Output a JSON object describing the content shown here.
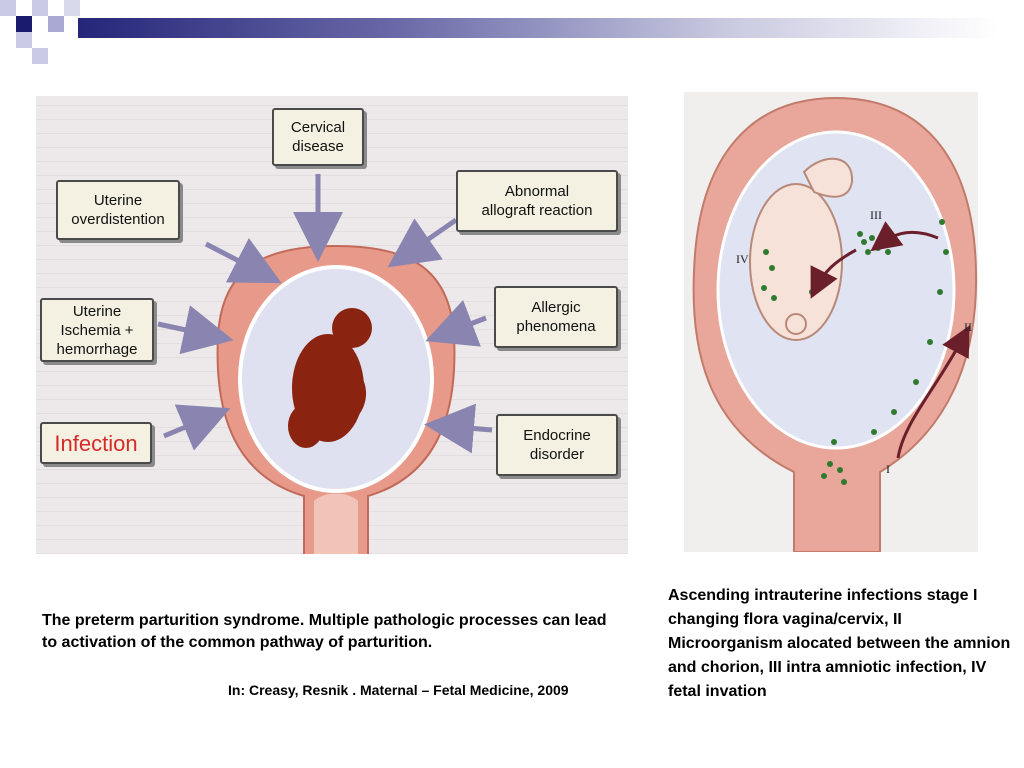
{
  "left_diagram": {
    "causes": {
      "cervical": "Cervical\ndisease",
      "overdistention": "Uterine\noverdistention",
      "allograft": "Abnormal\nallograft reaction",
      "ischemia": "Uterine\nIschemia +\nhemorrhage",
      "allergic": "Allergic\nphenomena",
      "infection": "Infection",
      "endocrine": "Endocrine\ndisorder"
    },
    "colors": {
      "uterus_wall": "#e89a8a",
      "amniotic_fluid": "#dfe0f0",
      "fetus": "#8a2410",
      "arrow": "#8a85b0",
      "box_fill": "#f4f1e2",
      "infection_text": "#d62a2a"
    }
  },
  "right_diagram": {
    "stage_labels": [
      "I",
      "II",
      "III",
      "IV"
    ],
    "colors": {
      "microorganisms": "#2f7a2f",
      "arrow": "#6b1f2a"
    }
  },
  "caption_left": "The preterm parturition syndrome. Multiple pathologic processes can lead to activation of the common pathway of parturition.",
  "citation": "In: Creasy, Resnik . Maternal – Fetal Medicine, 2009",
  "caption_right": "Ascending intrauterine infections stage I changing flora vagina/cervix, II Microorganism alocated between the amnion and chorion, III intra amniotic infection, IV fetal invation"
}
